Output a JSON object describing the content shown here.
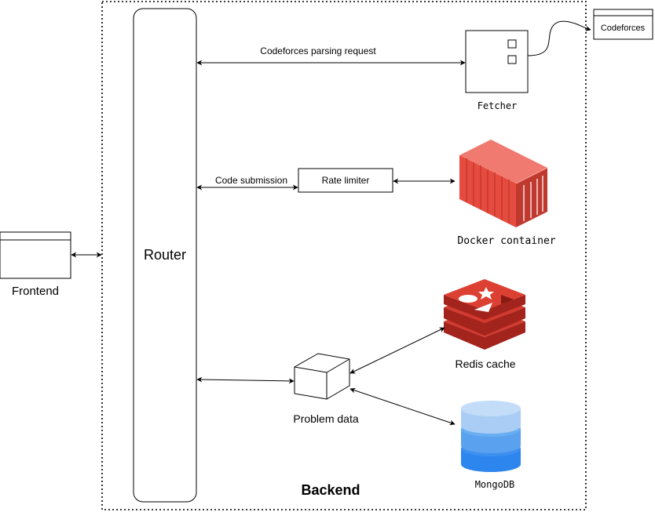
{
  "labels": {
    "router": "Router",
    "frontend": "Frontend",
    "backend": "Backend",
    "codeforces": "Codeforces",
    "fetcher": "Fetcher",
    "rate_limiter": "Rate limiter",
    "docker_container": "Docker container",
    "redis_cache": "Redis cache",
    "problem_data": "Problem data",
    "mongodb": "MongoDB"
  },
  "edges": {
    "parsing_request": "Codeforces parsing request",
    "code_submission": "Code submission"
  },
  "colors": {
    "docker_red": "#e64b3f",
    "docker_dark": "#b8322a",
    "redis_red": "#d33a2f",
    "redis_dark": "#a3241c",
    "mongo_light": "#a9cdf5",
    "mongo_mid": "#5aa2ef",
    "mongo_dark": "#2d86ee"
  },
  "icons": {
    "fetcher": "fetcher-server-icon",
    "docker": "shipping-container-icon",
    "redis": "redis-stack-icon",
    "mongodb": "database-cylinder-icon",
    "problem_data": "cube-icon"
  }
}
